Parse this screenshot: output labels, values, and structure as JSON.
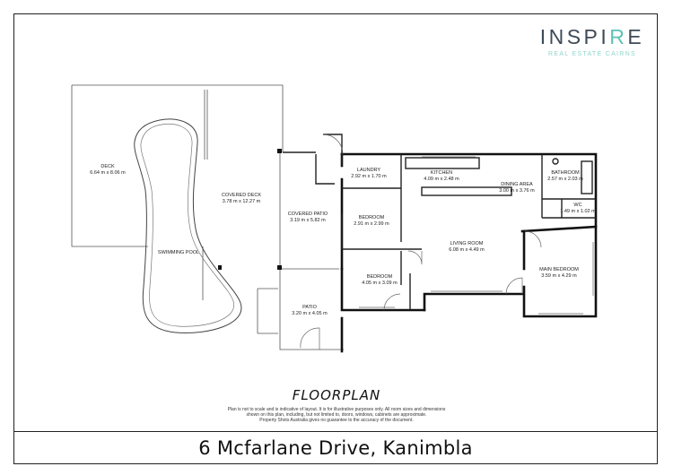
{
  "logo": {
    "name_start": "INSPI",
    "name_accent": "R",
    "name_end": "E",
    "tagline": "REAL ESTATE CAIRNS"
  },
  "rooms": {
    "deck": {
      "name": "DECK",
      "size": "6.64 m x 8.06 m"
    },
    "covered_deck": {
      "name": "COVERED DECK",
      "size": "3.78 m x 12.27 m"
    },
    "swimming_pool": {
      "name": "SWIMMING POOL"
    },
    "covered_patio": {
      "name": "COVERED PATIO",
      "size": "3.19 m x 5.82 m"
    },
    "patio": {
      "name": "PATIO",
      "size": "3.20 m x 4.05 m"
    },
    "laundry": {
      "name": "LAUNDRY",
      "size": "2.92 m x 1.70 m"
    },
    "kitchen": {
      "name": "KITCHEN",
      "size": "4.09 m x 2.48 m"
    },
    "dining_area": {
      "name": "DINING AREA",
      "size": "3.00 m x 3.76 m"
    },
    "bathroom": {
      "name": "BATHROOM",
      "size": "2.57 m x 2.03 m"
    },
    "wc": {
      "name": "WC",
      "size": "1.49 m x 1.02 m"
    },
    "bedroom_1": {
      "name": "BEDROOM",
      "size": "2.91 m x 2.99 m"
    },
    "living_room": {
      "name": "LIVING ROOM",
      "size": "6.08 m x 4.49 m"
    },
    "bedroom_2": {
      "name": "BEDROOM",
      "size": "4.05 m x 3.09 m"
    },
    "main_bedroom": {
      "name": "MAIN BEDROOM",
      "size": "3.59 m x 4.29 m"
    }
  },
  "title": "FLOORPLAN",
  "disclaimer": [
    "Plan is not to scale and is indicative of layout. It is for illustrative purposes only. All room sizes and dimensions",
    "shown on this plan, including, but not limited to, doors, windows, cabinets are approximate.",
    "Property Shots Australia gives no guarantee to the accuracy of the document."
  ],
  "address": "6 Mcfarlane Drive, Kanimbla"
}
